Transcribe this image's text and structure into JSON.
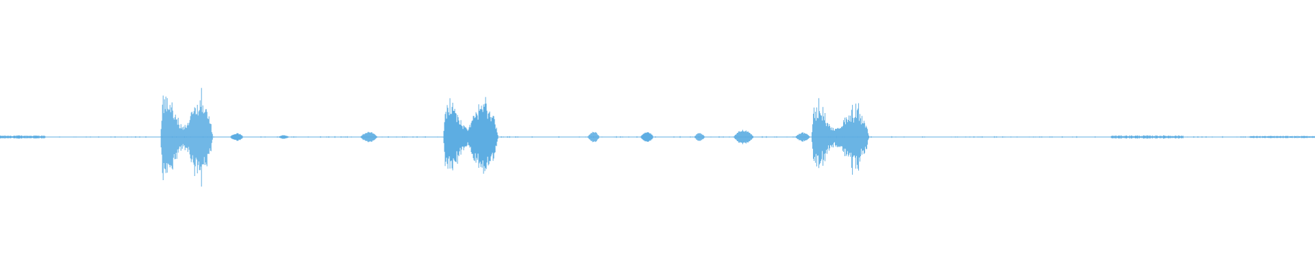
{
  "waveform": {
    "color": "#5dade2",
    "baseline_amplitude": 0.004,
    "segments": [
      {
        "name": "noise-0",
        "start": 0.0,
        "end": 0.034,
        "amplitude": 0.012,
        "shape": "flat"
      },
      {
        "name": "burst-1",
        "start": 0.122,
        "end": 0.162,
        "amplitude": 0.3,
        "shape": "speech"
      },
      {
        "name": "blip-1",
        "start": 0.175,
        "end": 0.185,
        "amplitude": 0.03,
        "shape": "blip"
      },
      {
        "name": "blip-2",
        "start": 0.212,
        "end": 0.22,
        "amplitude": 0.015,
        "shape": "blip"
      },
      {
        "name": "blip-3",
        "start": 0.274,
        "end": 0.287,
        "amplitude": 0.04,
        "shape": "blip"
      },
      {
        "name": "burst-2",
        "start": 0.337,
        "end": 0.379,
        "amplitude": 0.26,
        "shape": "speech"
      },
      {
        "name": "blip-4",
        "start": 0.447,
        "end": 0.456,
        "amplitude": 0.04,
        "shape": "blip"
      },
      {
        "name": "blip-5",
        "start": 0.487,
        "end": 0.497,
        "amplitude": 0.04,
        "shape": "blip"
      },
      {
        "name": "blip-6",
        "start": 0.528,
        "end": 0.536,
        "amplitude": 0.03,
        "shape": "blip"
      },
      {
        "name": "blip-7",
        "start": 0.558,
        "end": 0.573,
        "amplitude": 0.055,
        "shape": "blip"
      },
      {
        "name": "blip-8",
        "start": 0.605,
        "end": 0.616,
        "amplitude": 0.035,
        "shape": "blip"
      },
      {
        "name": "burst-3",
        "start": 0.617,
        "end": 0.661,
        "amplitude": 0.22,
        "shape": "speech"
      },
      {
        "name": "noise-1",
        "start": 0.845,
        "end": 0.9,
        "amplitude": 0.012,
        "shape": "flat"
      },
      {
        "name": "noise-2",
        "start": 0.95,
        "end": 1.0,
        "amplitude": 0.008,
        "shape": "flat"
      }
    ]
  }
}
